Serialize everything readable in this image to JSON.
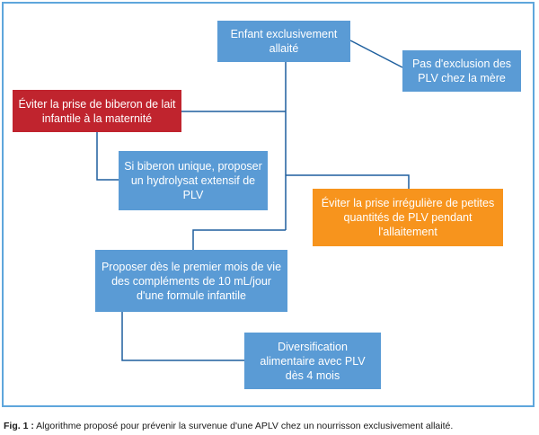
{
  "colors": {
    "blue": "#5a9bd5",
    "red": "#c0242e",
    "orange": "#f7941d",
    "line": "#1e5f9e",
    "frame": "#5ea6dc"
  },
  "nodes": {
    "start": "Enfant exclusivement allaité",
    "no_exclusion": "Pas d'exclusion des PLV chez la mère",
    "avoid_bottle": "Éviter la prise de biberon de lait infantile à la maternité",
    "single_bottle": "Si biberon unique, proposer un hydrolysat extensif de PLV",
    "avoid_irregular": "Éviter la prise irrégulière de petites quantités de PLV pendant l'allaitement",
    "first_month": "Proposer dès le premier mois de vie des compléments de 10 mL/jour d'une formule infantile",
    "diversification": "Diversification alimentaire avec PLV dès 4 mois"
  },
  "caption": {
    "label": "Fig. 1 :",
    "text": " Algorithme proposé pour prévenir la survenue d'une APLV chez un nourrisson exclusivement allaité."
  }
}
